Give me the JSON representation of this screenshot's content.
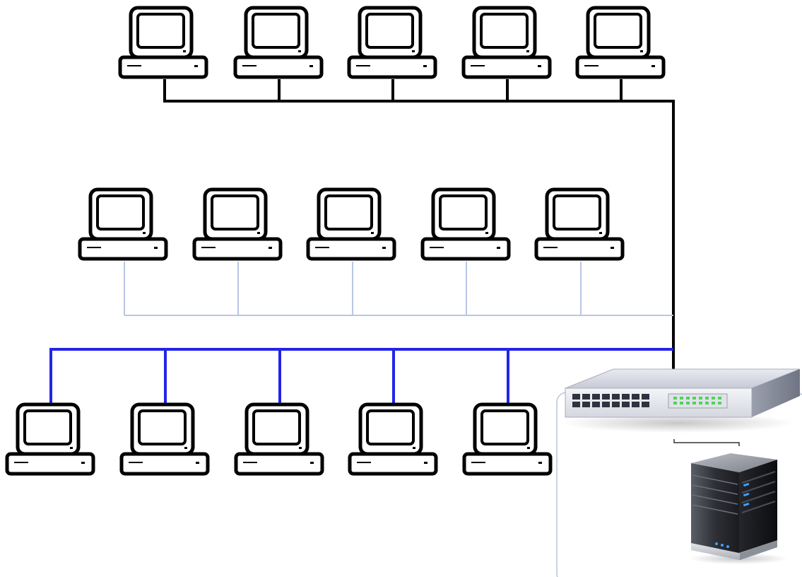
{
  "diagram": {
    "type": "network-topology",
    "colors": {
      "background": "#ffffff",
      "row1_bus": "#000000",
      "row2_bus": "#b9c6e4",
      "row3_bus": "#2424e6",
      "device_outline": "#000000",
      "device_fill": "#ffffff",
      "panel_border": "#b7c6dc"
    },
    "rows": [
      {
        "id": "row-1",
        "bus": "black-thick",
        "workstations": 5
      },
      {
        "id": "row-2",
        "bus": "light-blue-thin",
        "workstations": 5
      },
      {
        "id": "row-3",
        "bus": "blue-thick",
        "workstations": 5
      }
    ],
    "switch": {
      "icon": "network-switch-icon",
      "ports": 16,
      "status_leds": 8,
      "led_color": "#4fd45a"
    },
    "server": {
      "icon": "server-tower-icon",
      "led_color": "#3ea0ff"
    }
  }
}
